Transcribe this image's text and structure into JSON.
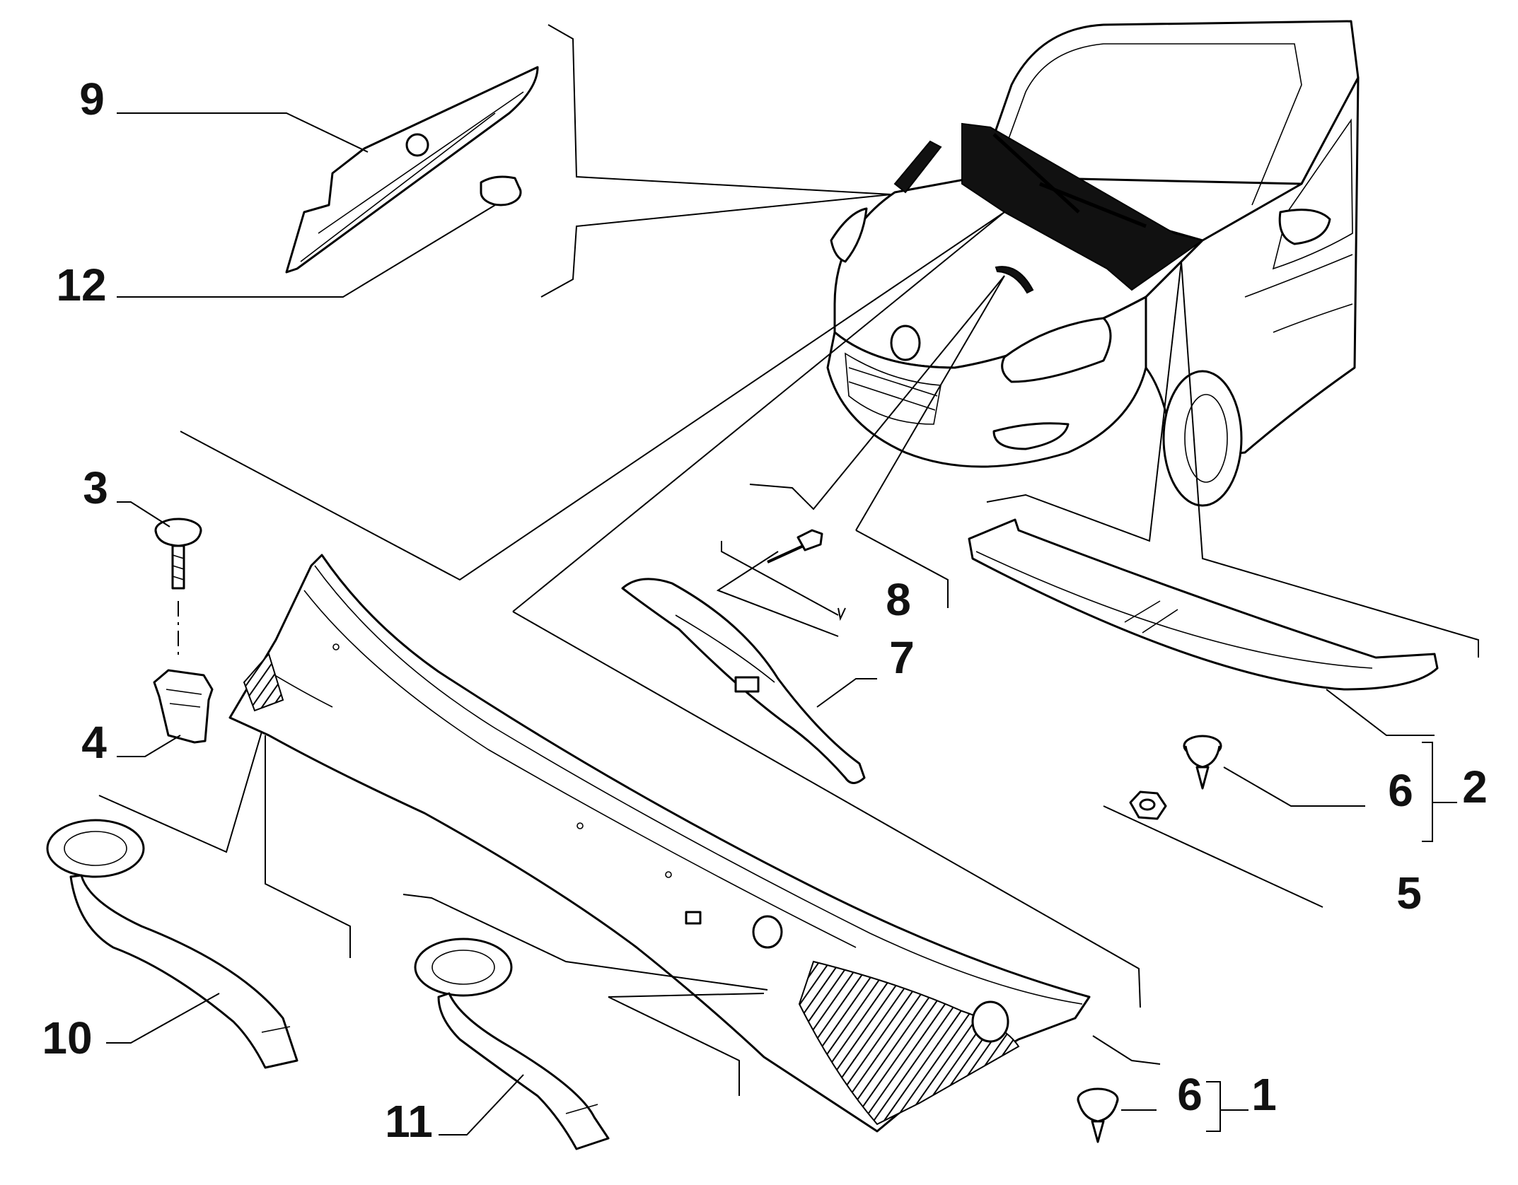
{
  "diagram": {
    "callouts": {
      "c9": "9",
      "c12": "12",
      "c3": "3",
      "c4": "4",
      "c8": "8",
      "c7": "7",
      "c6a": "6",
      "c2": "2",
      "c5": "5",
      "c10": "10",
      "c11": "11",
      "c6b": "6",
      "c1": "1"
    }
  }
}
